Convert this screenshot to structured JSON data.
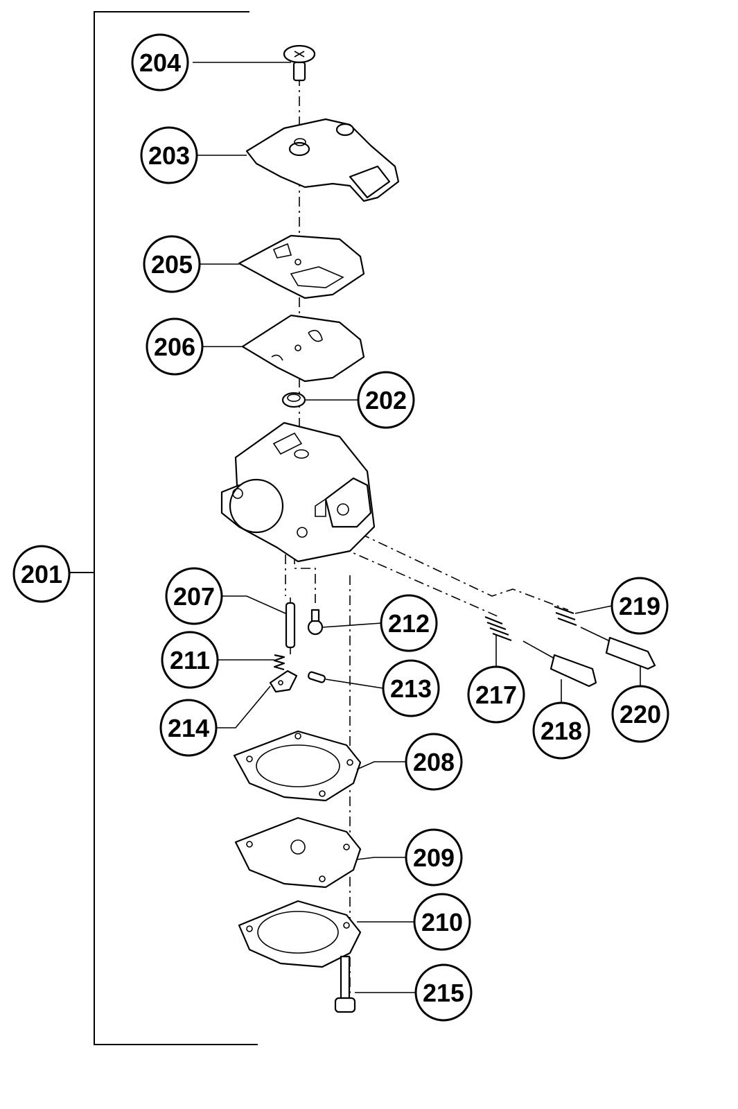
{
  "colors": {
    "ink": "#000000",
    "paper": "#ffffff"
  },
  "callouts": {
    "c201": "201",
    "c202": "202",
    "c203": "203",
    "c204": "204",
    "c205": "205",
    "c206": "206",
    "c207": "207",
    "c208": "208",
    "c209": "209",
    "c210": "210",
    "c211": "211",
    "c212": "212",
    "c213": "213",
    "c214": "214",
    "c215": "215",
    "c217": "217",
    "c218": "218",
    "c219": "219",
    "c220": "220"
  }
}
